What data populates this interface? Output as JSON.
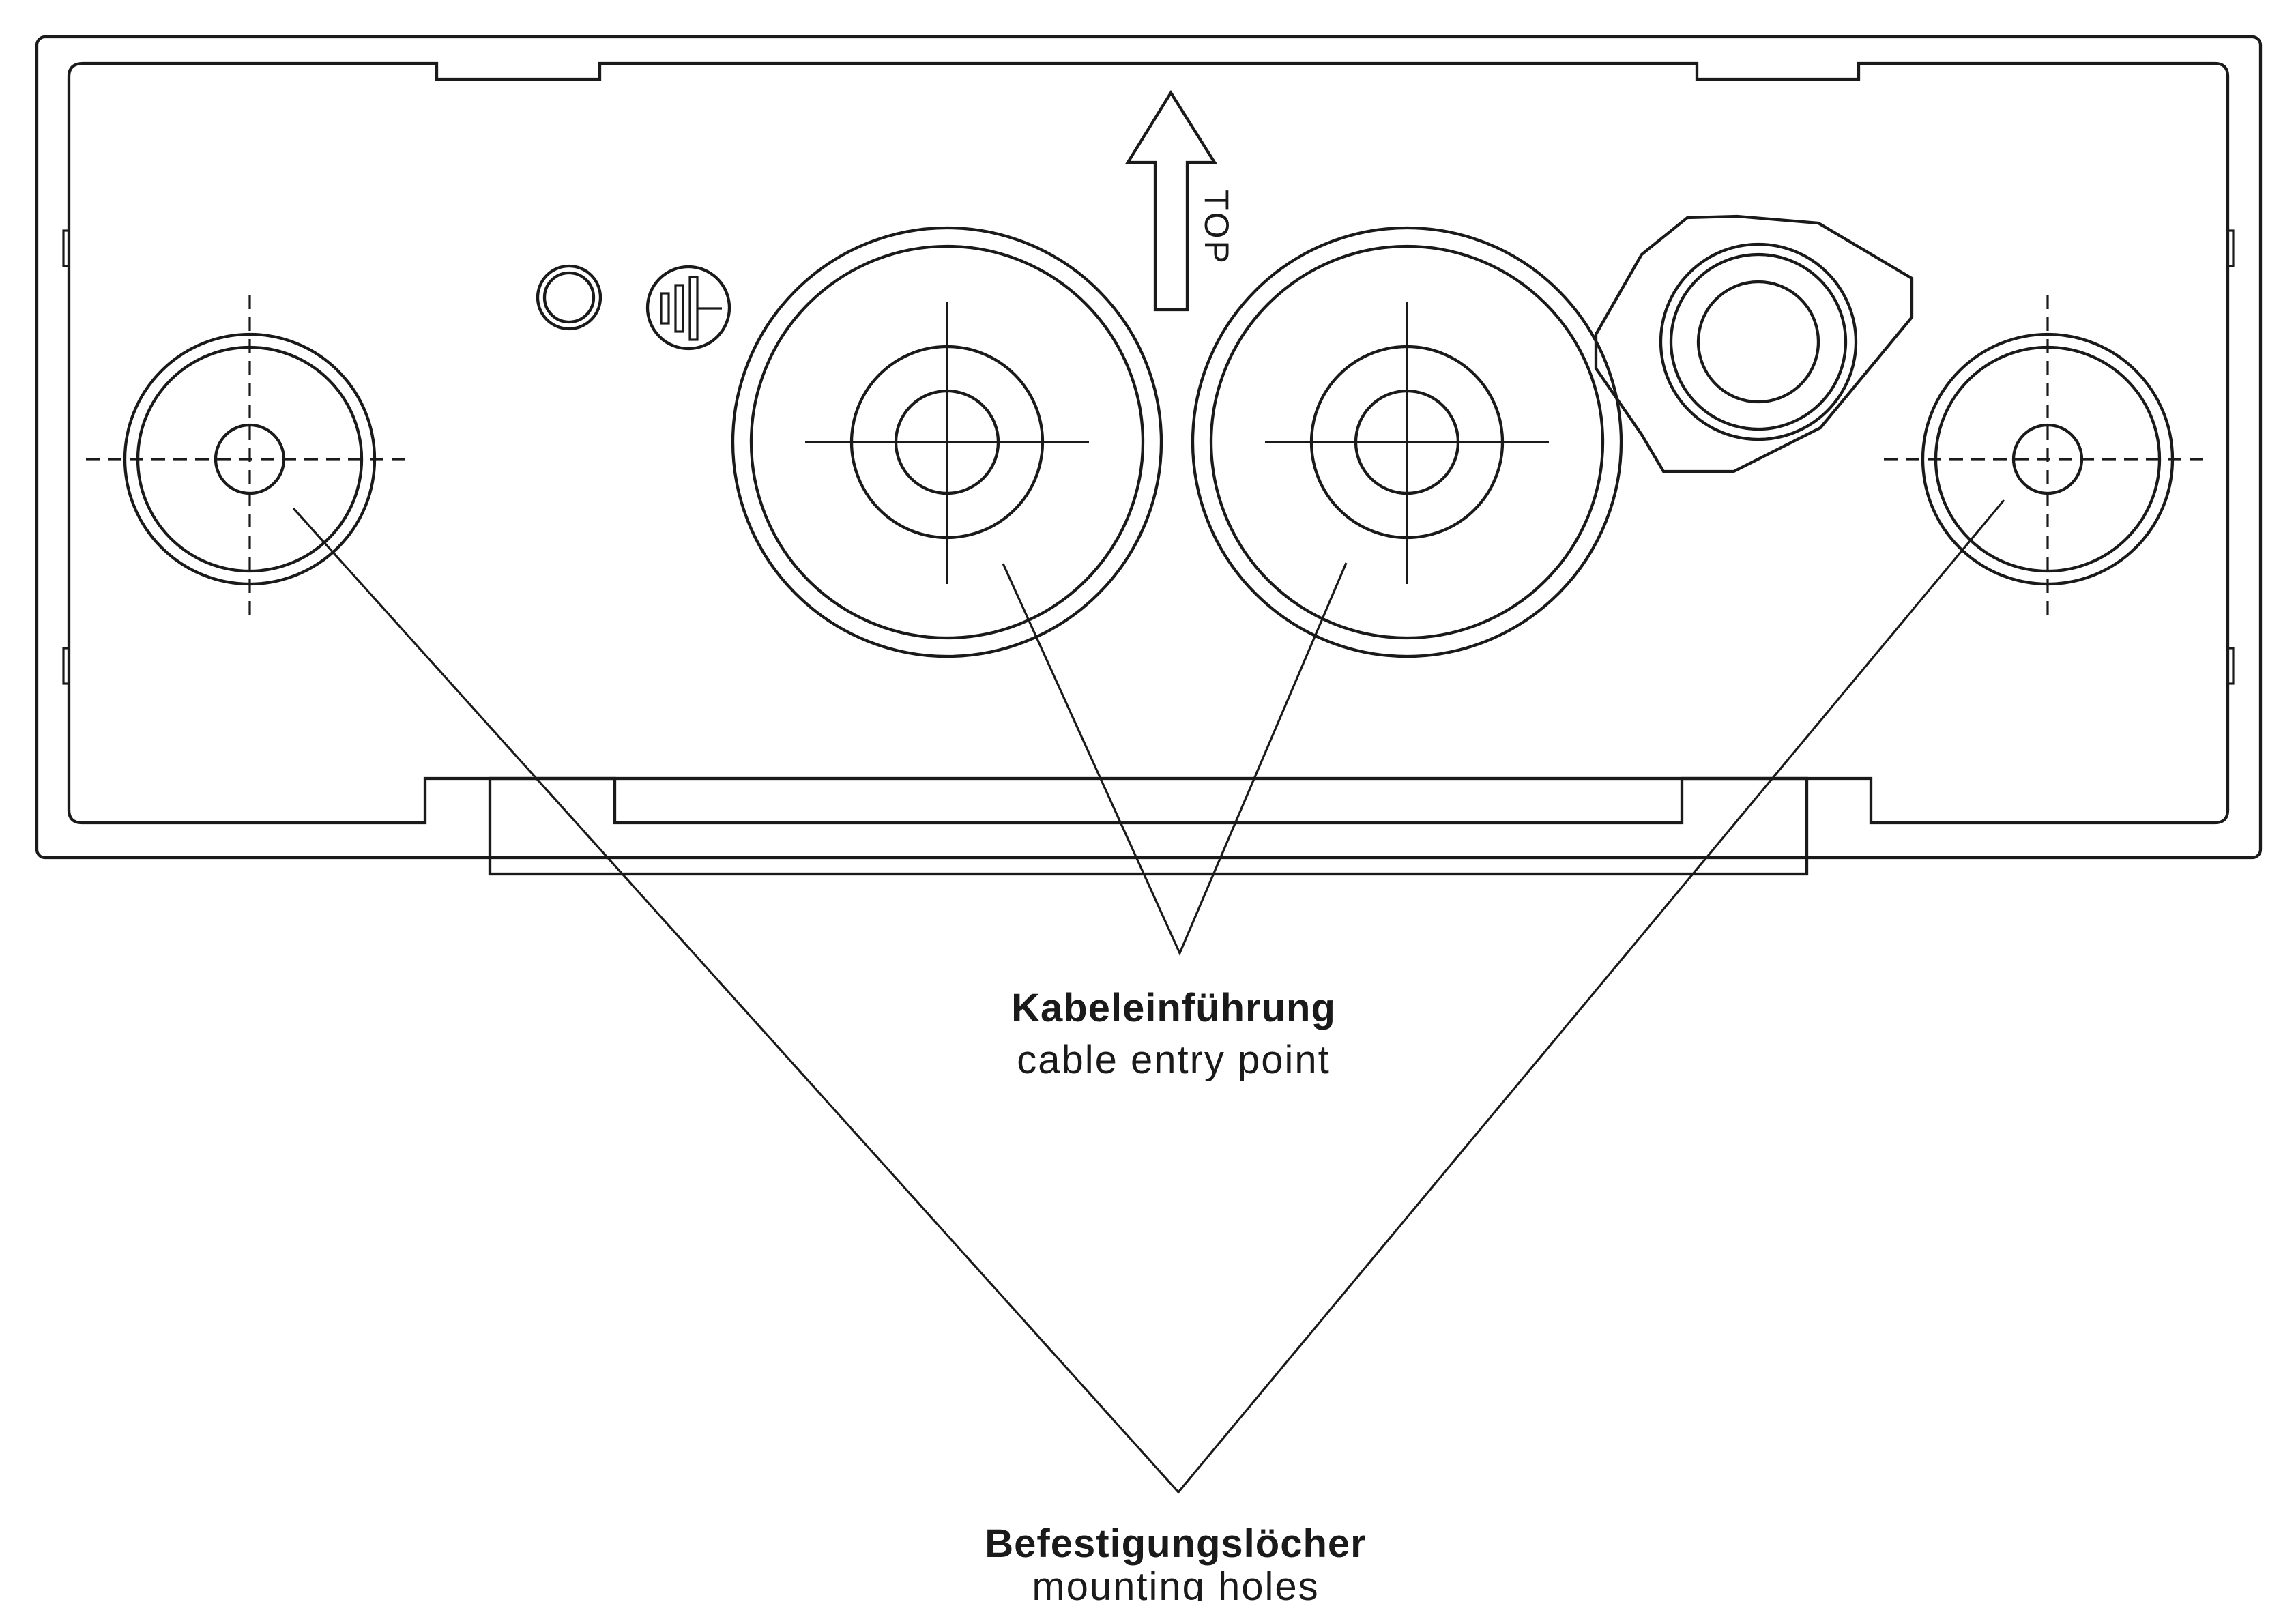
{
  "diagram": {
    "orientation_marker": "TOP",
    "labels": {
      "cable_entry": {
        "title": "Kabeleinführung",
        "subtitle": "cable entry point"
      },
      "mounting_holes": {
        "title": "Befestigungslöcher",
        "subtitle": "mounting holes"
      }
    },
    "icons": [
      "ground-symbol-icon",
      "up-arrow-icon"
    ],
    "colors": {
      "line": "#1a1a1a",
      "background": "#ffffff"
    }
  }
}
